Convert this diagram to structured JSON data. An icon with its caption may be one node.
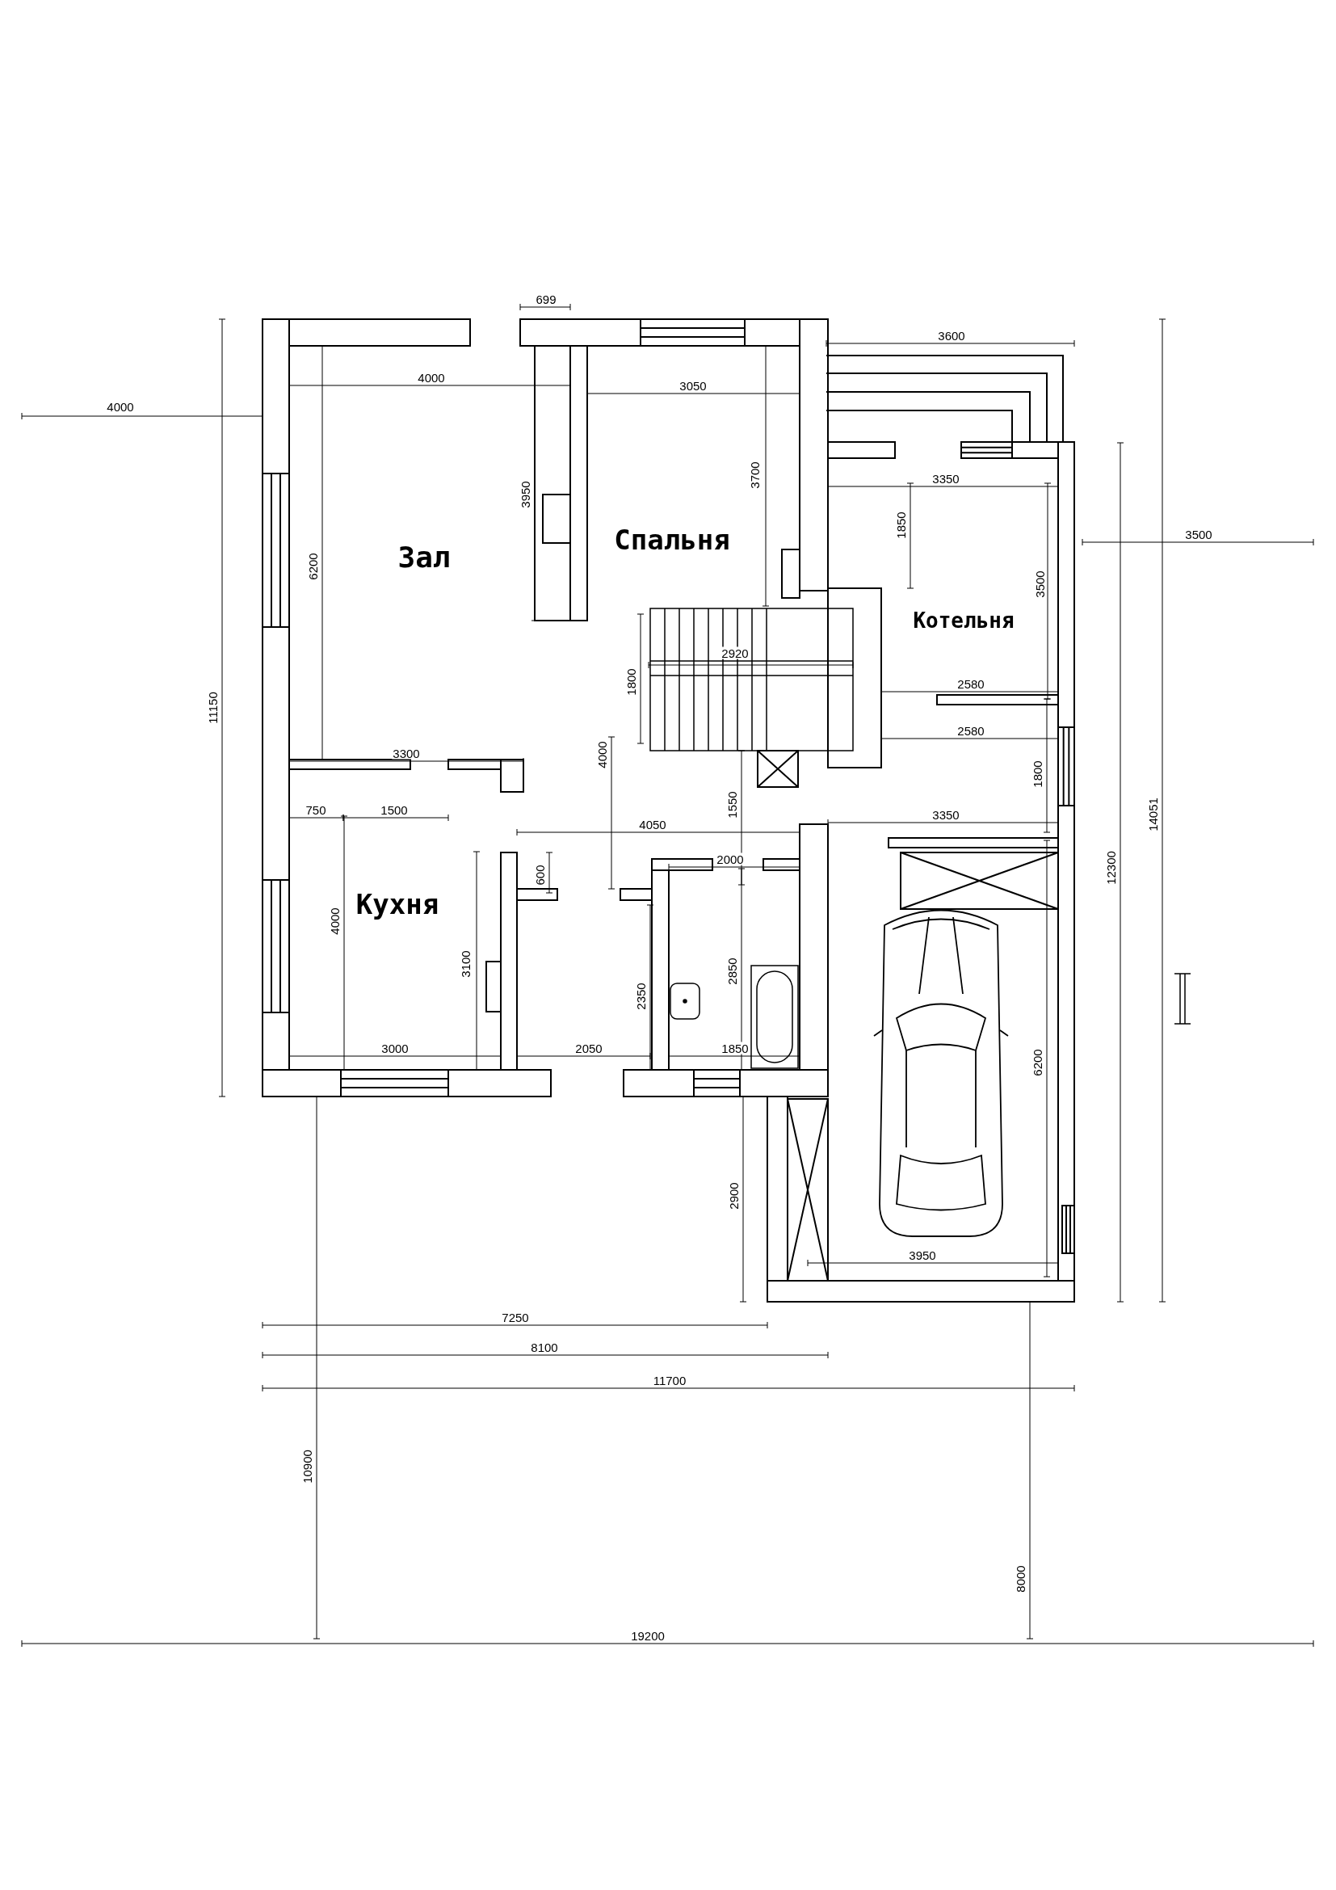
{
  "diagram": {
    "nodes": [
      {
        "text": [
          "Зал"
        ]
      },
      {
        "text": [
          "Спальня"
        ]
      },
      {
        "text": [
          "Котельня"
        ]
      },
      {
        "text": [
          "Кухня"
        ]
      }
    ],
    "labels": [
      "699",
      "3600",
      "4000",
      "3050",
      "4000",
      "3700",
      "3350",
      "3950",
      "1850",
      "3500",
      "6200",
      "3500",
      "2920",
      "1800",
      "2580",
      "11150",
      "2580",
      "3300",
      "4000",
      "1800",
      "1550",
      "750",
      "1500",
      "14051",
      "3350",
      "4050",
      "2000",
      "12300",
      "600",
      "4000",
      "3100",
      "2850",
      "2350",
      "3000",
      "2050",
      "1850",
      "6200",
      "2900",
      "3950",
      "7250",
      "8100",
      "11700",
      "10900",
      "8000",
      "19200"
    ]
  }
}
